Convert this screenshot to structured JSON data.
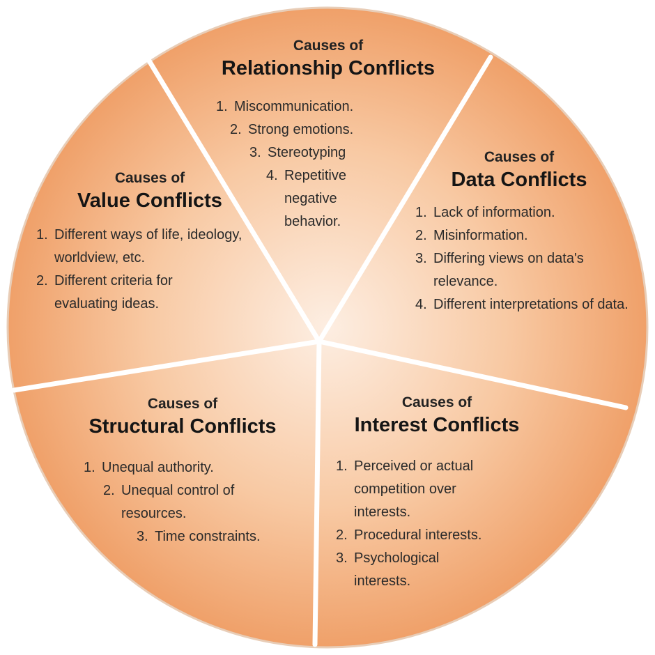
{
  "colors": {
    "inner": "#fdeee2",
    "mid": "#f8c9a3",
    "outer": "#ef9e66",
    "divider": "#ffffff",
    "rim": "#e8cdb7"
  },
  "segments": {
    "relationship": {
      "kicker": "Causes of",
      "title": "Relationship Conflicts",
      "items": [
        {
          "num": "1.",
          "text": "Miscommunication."
        },
        {
          "num": "2.",
          "text": "Strong emotions."
        },
        {
          "num": "3.",
          "text": "Stereotyping"
        },
        {
          "num": "4.",
          "text": "Repetitive negative behavior."
        }
      ]
    },
    "data": {
      "kicker": "Causes of",
      "title": "Data Conflicts",
      "items": [
        {
          "num": "1.",
          "text": "Lack of information."
        },
        {
          "num": "2.",
          "text": "Misinformation."
        },
        {
          "num": "3.",
          "text": "Differing views on data's relevance."
        },
        {
          "num": "4.",
          "text": "Different interpretations of data."
        }
      ]
    },
    "interest": {
      "kicker": "Causes of",
      "title": "Interest Conflicts",
      "items": [
        {
          "num": "1.",
          "text": "Perceived or actual competition over interests."
        },
        {
          "num": "2.",
          "text": "Procedural interests."
        },
        {
          "num": "3.",
          "text": "Psychological interests."
        }
      ]
    },
    "structural": {
      "kicker": "Causes of",
      "title": "Structural Conflicts",
      "items": [
        {
          "num": "1.",
          "text": "Unequal authority."
        },
        {
          "num": "2.",
          "text": "Unequal control of resources."
        },
        {
          "num": "3.",
          "text": "Time constraints."
        }
      ]
    },
    "value": {
      "kicker": "Causes of",
      "title": "Value Conflicts",
      "items": [
        {
          "num": "1.",
          "text": "Different ways of life, ideology, worldview, etc."
        },
        {
          "num": "2.",
          "text": "Different criteria for evaluating ideas."
        }
      ]
    }
  }
}
